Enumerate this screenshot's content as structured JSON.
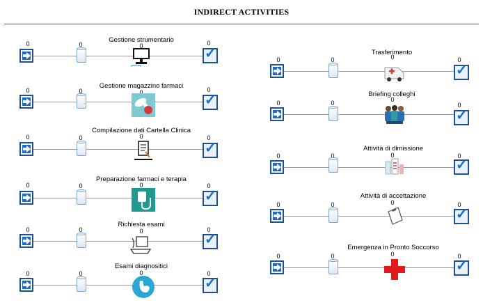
{
  "page": {
    "title": "INDIRECT ACTIVITIES"
  },
  "flows_left": [
    {
      "label": "Gestione strumentario",
      "start_count": "0",
      "queue_count": "0",
      "activity_count": "0",
      "end_count": "0",
      "icon": "computer-icon"
    },
    {
      "label": "Gestione magazzino farmaci",
      "start_count": "0",
      "queue_count": "0",
      "activity_count": "0",
      "end_count": "0",
      "icon": "pills-icon"
    },
    {
      "label": "Compilazione dati Cartella Clinica",
      "start_count": "0",
      "queue_count": "0",
      "activity_count": "0",
      "end_count": "0",
      "icon": "clipboard-writing-icon"
    },
    {
      "label": "Preparazione farmaci e terapia",
      "start_count": "0",
      "queue_count": "0",
      "activity_count": "0",
      "end_count": "0",
      "icon": "iv-bag-icon"
    },
    {
      "label": "Richiesta esami",
      "start_count": "0",
      "queue_count": "0",
      "activity_count": "0",
      "end_count": "0",
      "icon": "workstation-icon"
    },
    {
      "label": "Esami diagnositici",
      "start_count": "0",
      "queue_count": "0",
      "activity_count": "0",
      "end_count": "0",
      "icon": "stomach-icon"
    }
  ],
  "flows_right": [
    {
      "label": "Trasferimento",
      "start_count": "0",
      "queue_count": "0",
      "activity_count": "0",
      "end_count": "0",
      "icon": "ambulance-icon"
    },
    {
      "label": "Briefing colleghi",
      "start_count": "0",
      "queue_count": "0",
      "activity_count": "0",
      "end_count": "0",
      "icon": "medical-team-icon"
    },
    {
      "label": "Attività di dimissione",
      "start_count": "0",
      "queue_count": "0",
      "activity_count": "0",
      "end_count": "0",
      "icon": "discharge-icon"
    },
    {
      "label": "Attività di accettazione",
      "start_count": "0",
      "queue_count": "0",
      "activity_count": "0",
      "end_count": "0",
      "icon": "clipboard-icon"
    },
    {
      "label": "Emergenza in Pronto Soccorso",
      "start_count": "0",
      "queue_count": "0",
      "activity_count": "0",
      "end_count": "0",
      "icon": "red-cross-icon"
    }
  ],
  "colors": {
    "node_blue": "#1a6bc4",
    "node_border": "#1f4f8f",
    "link_gray": "#9a9a9a"
  }
}
